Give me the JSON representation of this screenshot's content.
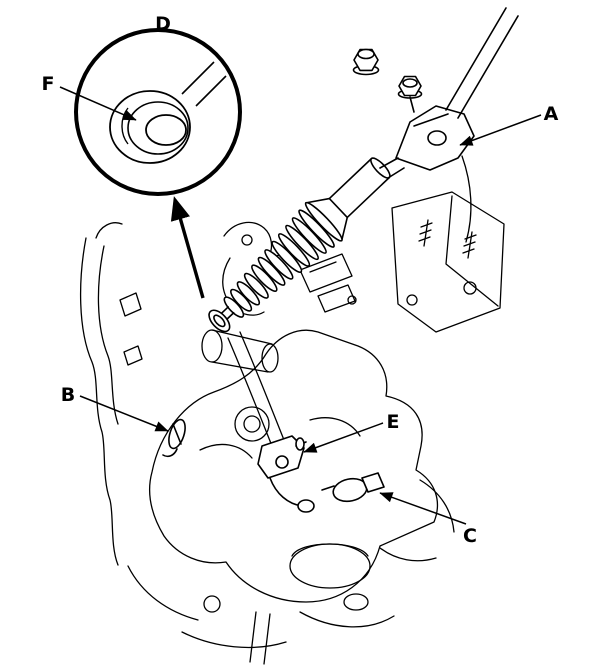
{
  "diagram": {
    "background_color": "#ffffff",
    "line_color": "#000000",
    "callouts": {
      "A": "A",
      "B": "B",
      "C": "C",
      "D": "D",
      "E": "E",
      "F": "F"
    }
  }
}
